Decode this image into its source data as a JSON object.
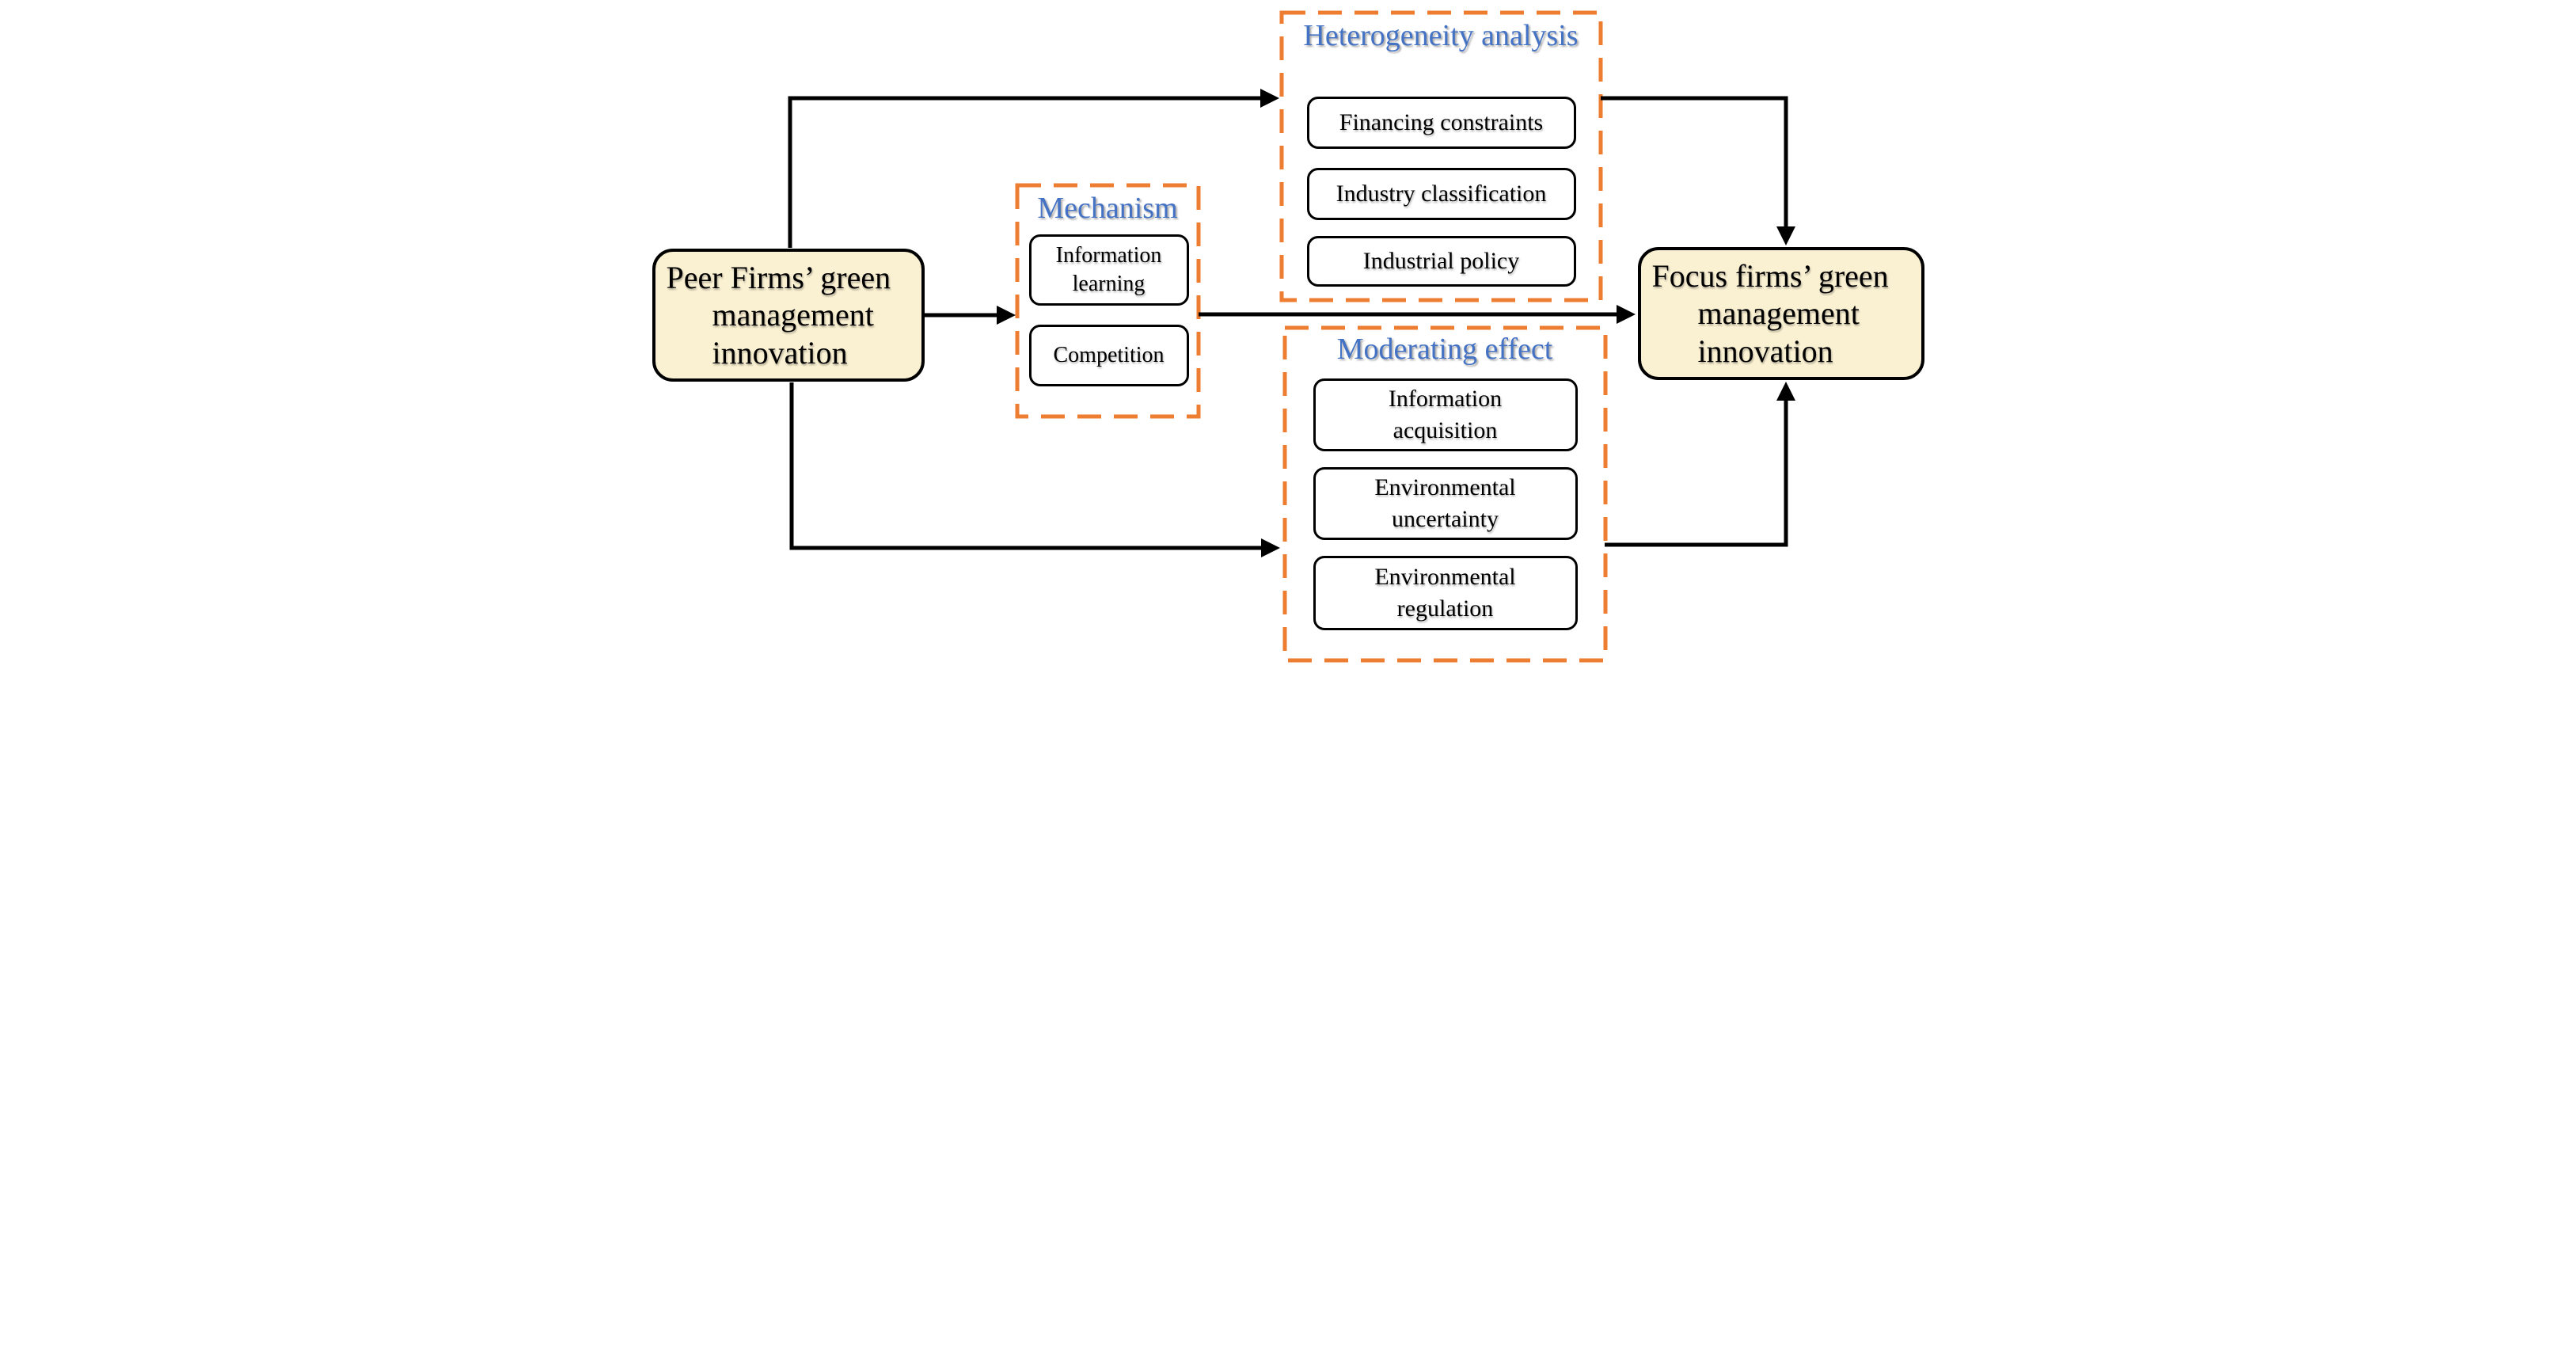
{
  "diagram": {
    "left_box": {
      "label": "Peer Firms’ green management innovation"
    },
    "right_box": {
      "label": "Focus firms’ green management innovation"
    },
    "mechanism": {
      "title": "Mechanism",
      "items": [
        "Information learning",
        "Competition"
      ]
    },
    "heterogeneity": {
      "title": "Heterogeneity analysis",
      "items": [
        "Financing constraints",
        "Industry classification",
        "Industrial policy"
      ]
    },
    "moderating": {
      "title": "Moderating effect",
      "items": [
        "Information acquisition",
        "Environmental uncertainty",
        "Environmental regulation"
      ]
    },
    "colors": {
      "accent_orange": "#ED7D31",
      "title_blue": "#4472C4",
      "endbox_fill": "#FAF0D2",
      "line_black": "#000000"
    }
  }
}
